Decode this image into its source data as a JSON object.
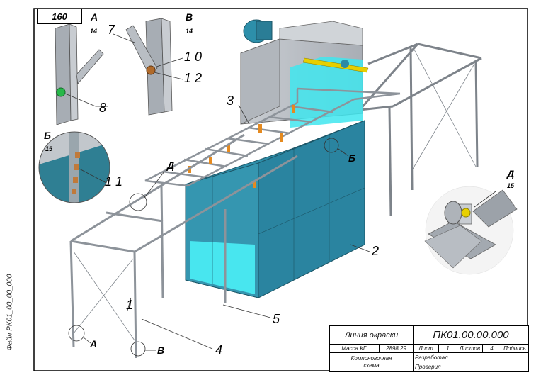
{
  "sheet_number": "160",
  "side_label": "Файл PK01_00_00_000",
  "views": {
    "a": {
      "letter": "А",
      "scale": "14"
    },
    "v": {
      "letter": "В",
      "scale": "14"
    },
    "b": {
      "letter": "Б",
      "scale": "15"
    },
    "d": {
      "letter": "Д",
      "scale": "15"
    }
  },
  "callouts": {
    "n1": "1",
    "n2": "2",
    "n3": "3",
    "n4": "4",
    "n5": "5",
    "n7": "7",
    "n8": "8",
    "n10": "1 0",
    "n11": "1 1",
    "n12": "1 2",
    "mark_a": "А",
    "mark_v": "В",
    "mark_b": "Б",
    "mark_d": "Д"
  },
  "title_block": {
    "title": "Линия окраски",
    "code": "ПК01.00.00.000",
    "mass_label": "Масса  КГ.",
    "mass_value": "2898.29",
    "sheet_label": "Лист",
    "sheet_value": "1",
    "sheets_label": "Листов",
    "sheets_value": "4",
    "sign_label": "Подпись",
    "doc_type": "Компоновочная схема",
    "developed": "Разработал",
    "checked": "Проверил"
  }
}
